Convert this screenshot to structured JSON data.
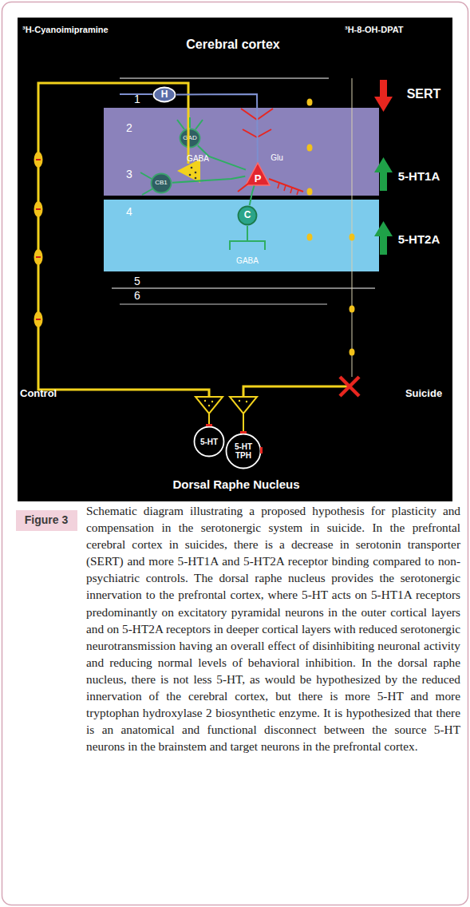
{
  "diagram": {
    "caption": "Schematic diagram illustrating a proposed hypothesis for plasticity and compensation in the serotonergic system in suicide. In the prefrontal cerebral cortex in suicides, there is a decrease in serotonin transporter (SERT) and more 5-HT1A and 5-HT2A receptor binding compared to non-psychiatric controls. The dorsal raphe nucleus provides the serotonergic innervation to the prefrontal cortex, where 5-HT acts on 5-HT1A receptors predominantly on excitatory pyramidal neurons in the outer cortical layers and on 5-HT2A receptors in deeper cortical layers with reduced serotonergic neurotransmission having an overall effect of disinhibiting neuronal activity and reducing normal levels of behavioral inhibition. In the dorsal raphe nucleus, there is not less 5-HT, as would be hypothesized by the reduced innervation of the cerebral cortex, but there is more 5-HT and more tryptophan hydroxylase 2 biosynthetic enzyme. It is hypothesized that there is an anatomical and functional disconnect between the source 5-HT neurons in the brainstem and target neurons in the prefrontal cortex.",
    "nodes": [
      {
        "text": [
          "H"
        ]
      },
      {
        "text": [
          "2",
          "3"
        ]
      },
      {
        "text": [
          "GAD"
        ],
        "in": 1
      },
      {
        "text": [
          "P"
        ],
        "in": 1
      },
      {
        "text": [
          "CB1"
        ],
        "in": 1
      },
      {
        "text": [
          "4"
        ]
      },
      {
        "text": [
          "C"
        ],
        "in": 5
      },
      {
        "text": [
          "5-HT"
        ]
      },
      {
        "text": [
          "5-HT TPH"
        ]
      }
    ],
    "edges": [
      {
        "from": 0,
        "to": 3,
        "arrow": "none"
      },
      {
        "from": 2,
        "to": 3,
        "arrow": "none"
      },
      {
        "from": 4,
        "to": 3,
        "arrow": "none"
      },
      {
        "from": 6,
        "to": 3,
        "arrow": "none"
      }
    ],
    "labels": [
      "³H-Cyanoimipramine",
      "³H-8-OH-DPAT",
      "Cerebral cortex",
      "SERT",
      "1",
      "Glu",
      "GABA",
      "5-HT1A",
      "5-HT2A",
      "GABA",
      "5",
      "6",
      "Control",
      "Suicide",
      "Dorsal Raphe Nucleus",
      "Figure 3"
    ]
  }
}
